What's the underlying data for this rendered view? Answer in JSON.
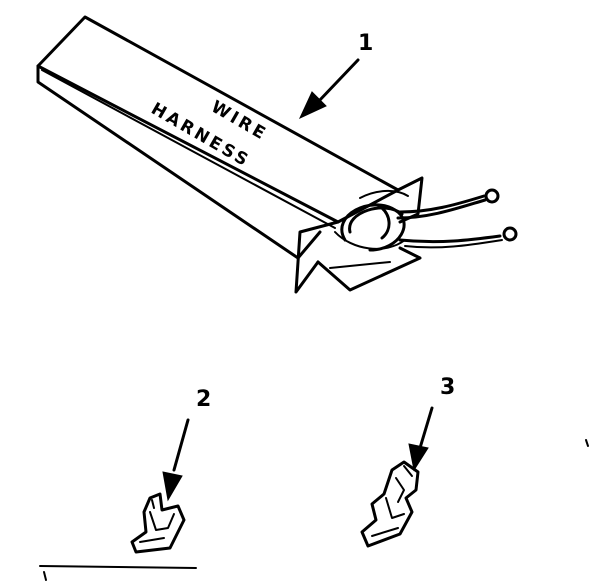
{
  "callouts": [
    "1",
    "2",
    "3"
  ],
  "box_label": {
    "line1": "WIRE",
    "line2": "HARNESS"
  },
  "colors": {
    "ink": "#000000",
    "background": "#ffffff"
  }
}
